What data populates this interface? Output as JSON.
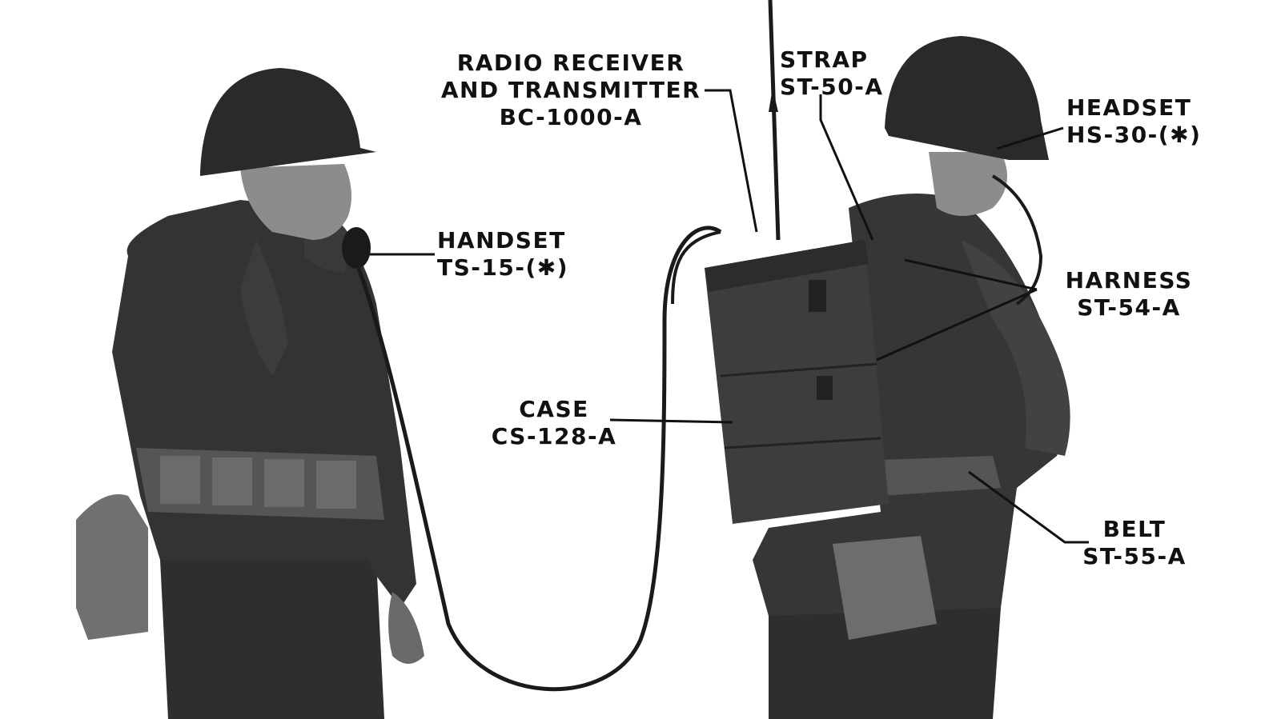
{
  "labels": {
    "radio": {
      "line1": "RADIO RECEIVER",
      "line2": "AND TRANSMITTER",
      "line3": "BC-1000-A"
    },
    "strap": {
      "line1": "STRAP",
      "line2": "ST-50-A"
    },
    "headset": {
      "line1": "HEADSET",
      "line2": "HS-30-(✱)"
    },
    "handset": {
      "line1": "HANDSET",
      "line2": "TS-15-(✱)"
    },
    "harness": {
      "line1": "HARNESS",
      "line2": "ST-54-A"
    },
    "case": {
      "line1": "CASE",
      "line2": "CS-128-A"
    },
    "belt": {
      "line1": "BELT",
      "line2": "ST-55-A"
    }
  },
  "colors": {
    "ink": "#111111",
    "paper": "#ffffff",
    "figure_dark": "#2b2b2b",
    "figure_mid": "#4a4a4a"
  }
}
